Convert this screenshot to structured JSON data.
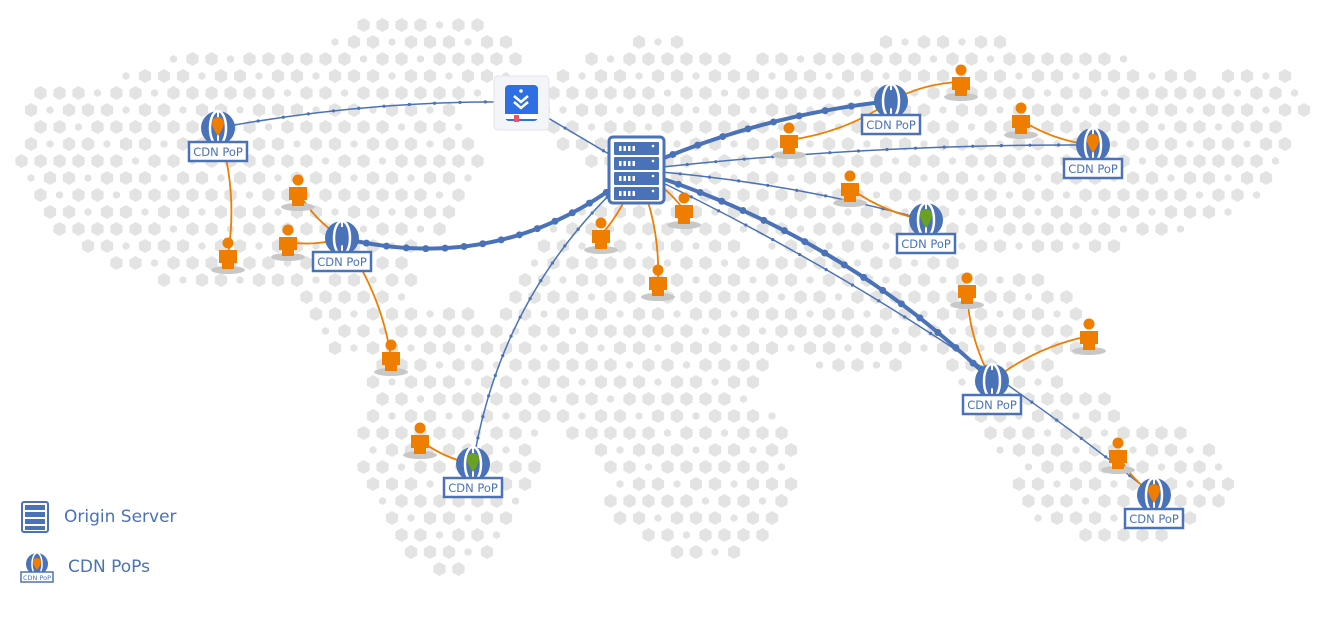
{
  "diagram": {
    "pop_label": "CDN PoP",
    "pops": [
      {
        "label": "CDN PoP",
        "pin": "orange"
      },
      {
        "label": "CDN PoP",
        "pin": "blue"
      },
      {
        "label": "CDN PoP",
        "pin": "blue"
      },
      {
        "label": "CDN PoP",
        "pin": "orange"
      },
      {
        "label": "CDN PoP",
        "pin": "green"
      },
      {
        "label": "CDN PoP",
        "pin": "blue"
      },
      {
        "label": "CDN PoP",
        "pin": "green"
      },
      {
        "label": "CDN PoP",
        "pin": "orange"
      }
    ],
    "user_count": 15
  },
  "legend": {
    "origin_server": "Origin Server",
    "cdn_pops": "CDN PoPs"
  },
  "colors": {
    "blue": "#4a72b8",
    "orange": "#ef7d00",
    "green": "#6aa121",
    "map_hex": "#e3e3e3",
    "app_blue": "#2f6fe4",
    "bookmark": "#f0506e"
  }
}
